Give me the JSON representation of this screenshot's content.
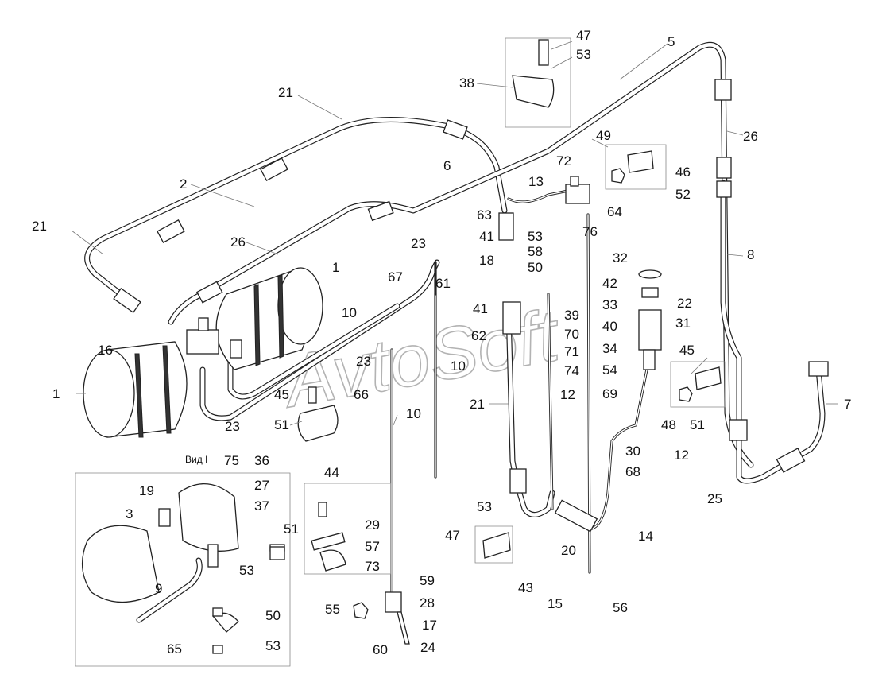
{
  "view_label": "Вид I",
  "watermark": "AvtoSoft",
  "callouts": [
    {
      "id": "c47a",
      "text": "47"
    },
    {
      "id": "c53a",
      "text": "53"
    },
    {
      "id": "c5",
      "text": "5"
    },
    {
      "id": "c38",
      "text": "38"
    },
    {
      "id": "c21a",
      "text": "21"
    },
    {
      "id": "c26a",
      "text": "26"
    },
    {
      "id": "c49",
      "text": "49"
    },
    {
      "id": "c72",
      "text": "72"
    },
    {
      "id": "c6",
      "text": "6"
    },
    {
      "id": "c13",
      "text": "13"
    },
    {
      "id": "c46",
      "text": "46"
    },
    {
      "id": "c52",
      "text": "52"
    },
    {
      "id": "c2",
      "text": "2"
    },
    {
      "id": "c63",
      "text": "63"
    },
    {
      "id": "c64",
      "text": "64"
    },
    {
      "id": "c76",
      "text": "76"
    },
    {
      "id": "c41a",
      "text": "41"
    },
    {
      "id": "c53b",
      "text": "53"
    },
    {
      "id": "c21b",
      "text": "21"
    },
    {
      "id": "c26b",
      "text": "26"
    },
    {
      "id": "c23a",
      "text": "23"
    },
    {
      "id": "c58",
      "text": "58"
    },
    {
      "id": "c8",
      "text": "8"
    },
    {
      "id": "c32",
      "text": "32"
    },
    {
      "id": "c18",
      "text": "18"
    },
    {
      "id": "c50a",
      "text": "50"
    },
    {
      "id": "c1a",
      "text": "1"
    },
    {
      "id": "c67",
      "text": "67"
    },
    {
      "id": "c61",
      "text": "61"
    },
    {
      "id": "c42",
      "text": "42"
    },
    {
      "id": "c33",
      "text": "33"
    },
    {
      "id": "c22",
      "text": "22"
    },
    {
      "id": "c41b",
      "text": "41"
    },
    {
      "id": "c39",
      "text": "39"
    },
    {
      "id": "c10a",
      "text": "10"
    },
    {
      "id": "c40",
      "text": "40"
    },
    {
      "id": "c31",
      "text": "31"
    },
    {
      "id": "c70",
      "text": "70"
    },
    {
      "id": "c62",
      "text": "62"
    },
    {
      "id": "c16",
      "text": "16"
    },
    {
      "id": "c71",
      "text": "71"
    },
    {
      "id": "c34",
      "text": "34"
    },
    {
      "id": "c45a",
      "text": "45"
    },
    {
      "id": "c10b",
      "text": "10"
    },
    {
      "id": "c23b",
      "text": "23"
    },
    {
      "id": "c74",
      "text": "74"
    },
    {
      "id": "c54",
      "text": "54"
    },
    {
      "id": "c1b",
      "text": "1"
    },
    {
      "id": "c12a",
      "text": "12"
    },
    {
      "id": "c69",
      "text": "69"
    },
    {
      "id": "c45b",
      "text": "45"
    },
    {
      "id": "c66",
      "text": "66"
    },
    {
      "id": "c10c",
      "text": "10"
    },
    {
      "id": "c21c",
      "text": "21"
    },
    {
      "id": "c7",
      "text": "7"
    },
    {
      "id": "c51a",
      "text": "51"
    },
    {
      "id": "c48",
      "text": "48"
    },
    {
      "id": "c51b",
      "text": "51"
    },
    {
      "id": "c23c",
      "text": "23"
    },
    {
      "id": "c12b",
      "text": "12"
    },
    {
      "id": "c75",
      "text": "75"
    },
    {
      "id": "c36",
      "text": "36"
    },
    {
      "id": "c30",
      "text": "30"
    },
    {
      "id": "c27",
      "text": "27"
    },
    {
      "id": "c68",
      "text": "68"
    },
    {
      "id": "c25",
      "text": "25"
    },
    {
      "id": "c44",
      "text": "44"
    },
    {
      "id": "c19",
      "text": "19"
    },
    {
      "id": "c37",
      "text": "37"
    },
    {
      "id": "c3",
      "text": "3"
    },
    {
      "id": "c53c",
      "text": "53"
    },
    {
      "id": "c51c",
      "text": "51"
    },
    {
      "id": "c29",
      "text": "29"
    },
    {
      "id": "c47b",
      "text": "47"
    },
    {
      "id": "c14",
      "text": "14"
    },
    {
      "id": "c57",
      "text": "57"
    },
    {
      "id": "c20",
      "text": "20"
    },
    {
      "id": "c53d",
      "text": "53"
    },
    {
      "id": "c73",
      "text": "73"
    },
    {
      "id": "c43",
      "text": "43"
    },
    {
      "id": "c15",
      "text": "15"
    },
    {
      "id": "c9",
      "text": "9"
    },
    {
      "id": "c59",
      "text": "59"
    },
    {
      "id": "c56",
      "text": "56"
    },
    {
      "id": "c28",
      "text": "28"
    },
    {
      "id": "c55",
      "text": "55"
    },
    {
      "id": "c50b",
      "text": "50"
    },
    {
      "id": "c17",
      "text": "17"
    },
    {
      "id": "c65",
      "text": "65"
    },
    {
      "id": "c53e",
      "text": "53"
    },
    {
      "id": "c60",
      "text": "60"
    },
    {
      "id": "c24",
      "text": "24"
    }
  ]
}
